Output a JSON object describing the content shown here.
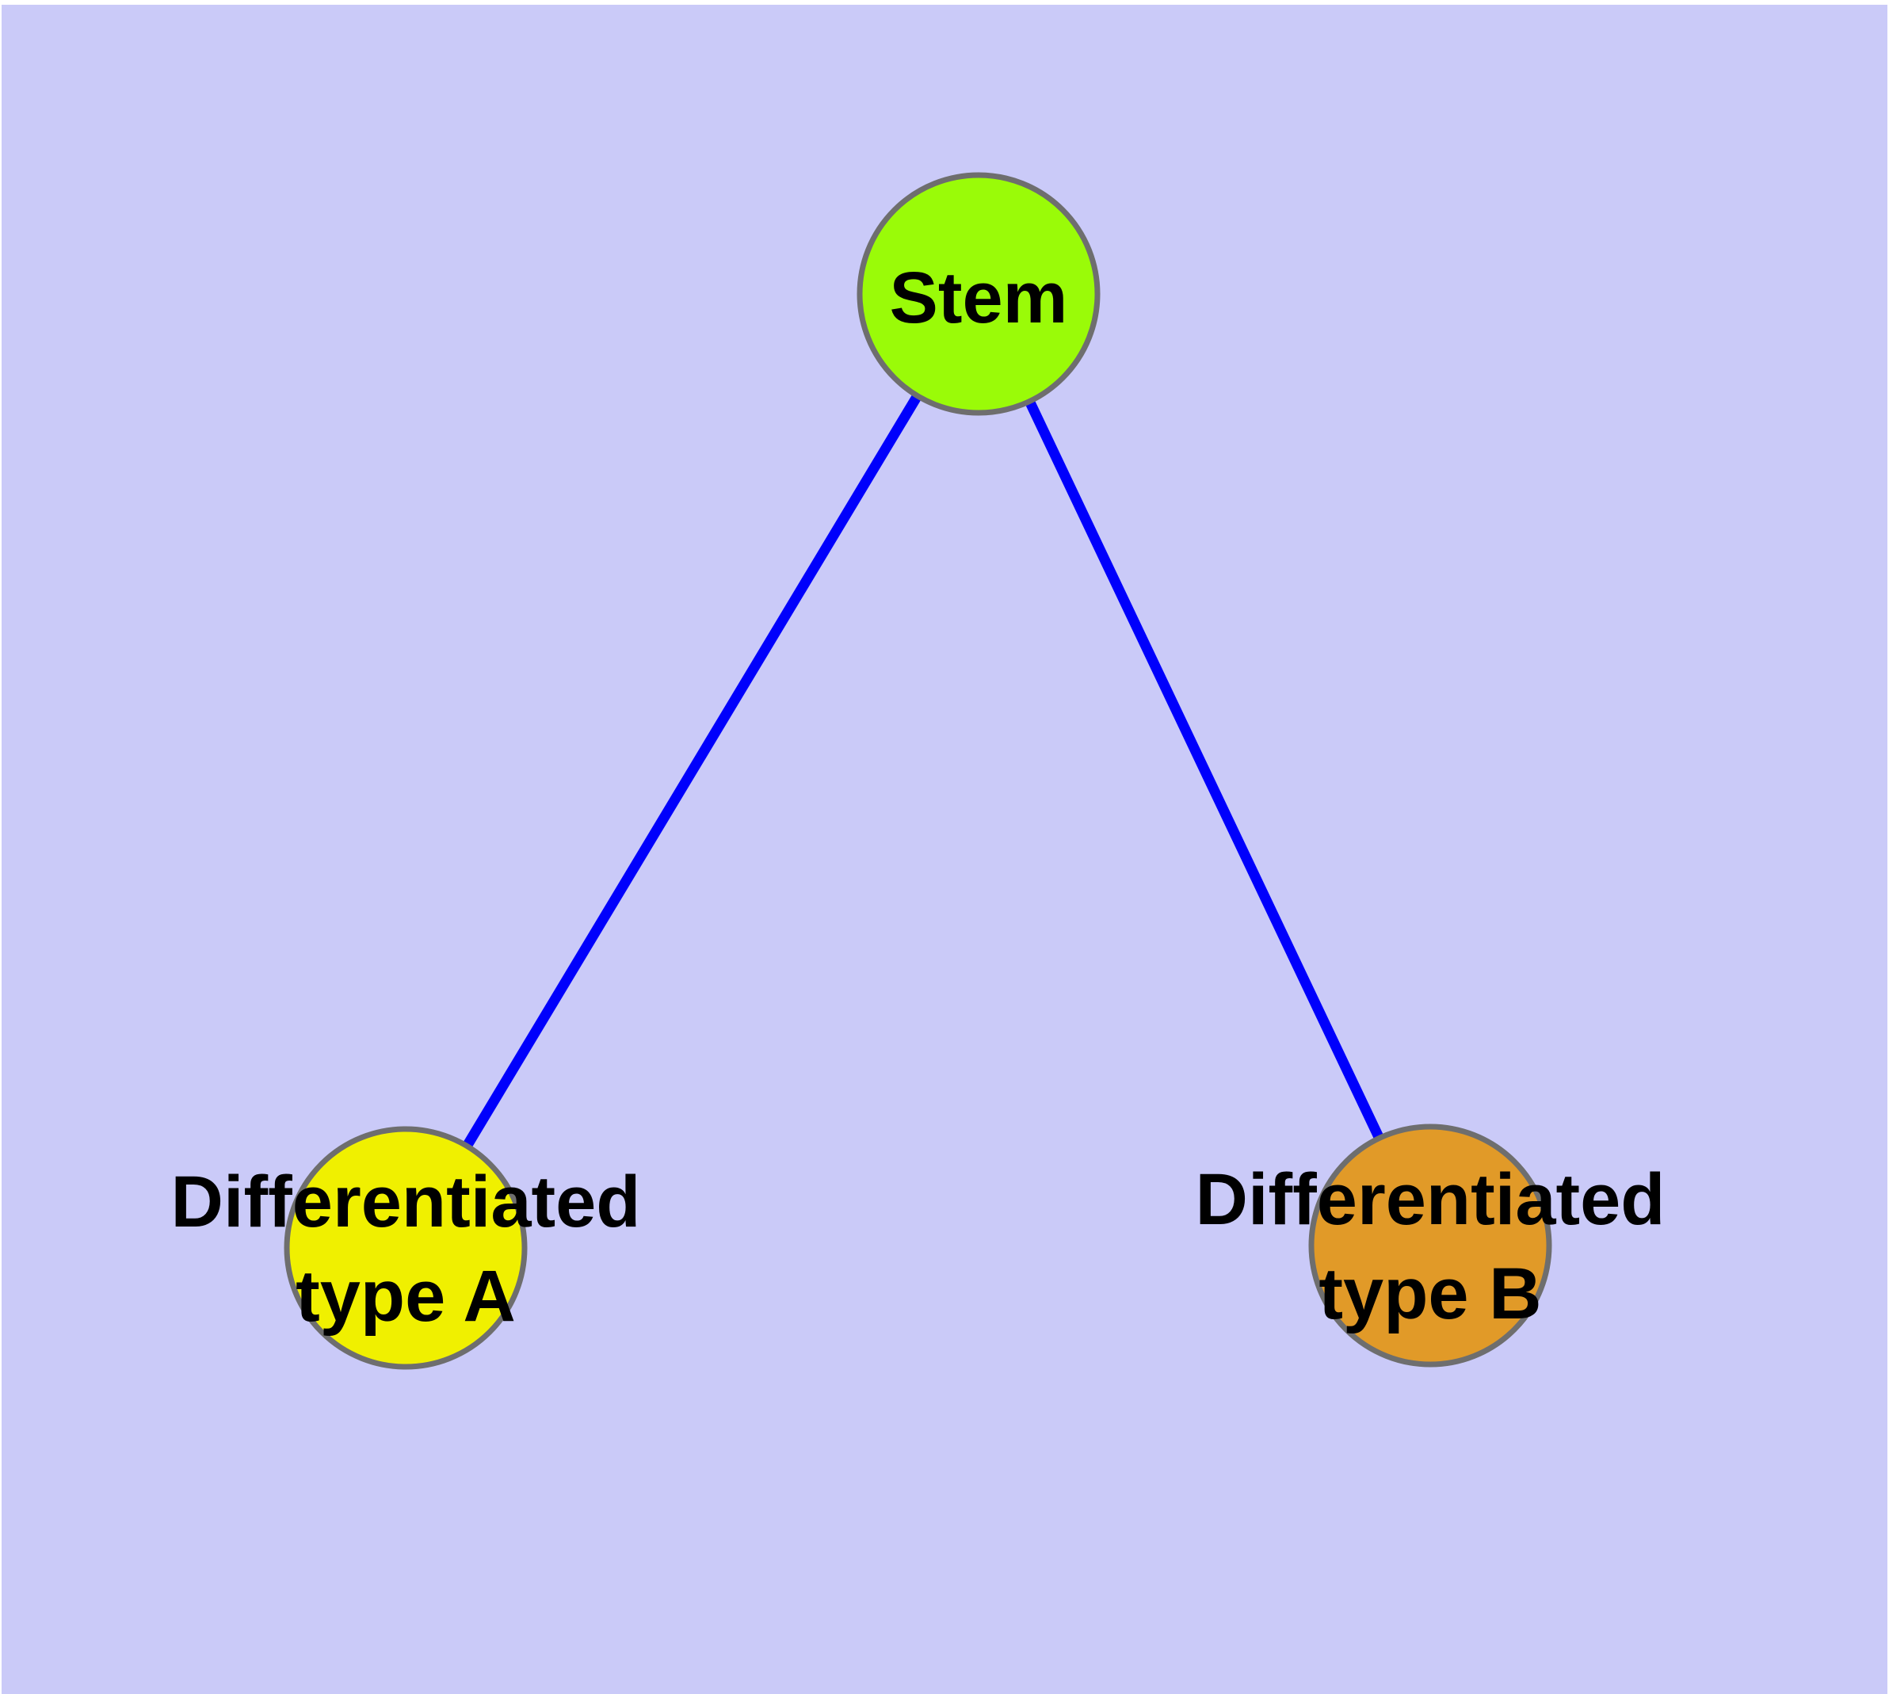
{
  "figure": {
    "title": "Stem cell differentiation diagram",
    "background_color": "#CACAF8",
    "margin_color": "#FFFFFF",
    "edge_color": "#0000FC",
    "node_border_color": "#6E6E6E",
    "label_color": "#000000",
    "nodes": [
      {
        "id": "stem",
        "label": "Stem",
        "fill": "#9AFB08"
      },
      {
        "id": "differentiated-type-a",
        "lines": [
          "Differentiated",
          "type A"
        ],
        "fill": "#F0F000"
      },
      {
        "id": "differentiated-type-b",
        "lines": [
          "Differentiated",
          "type B"
        ],
        "fill": "#E19A28"
      }
    ],
    "edges": [
      {
        "from": "stem",
        "to": "differentiated-type-a"
      },
      {
        "from": "stem",
        "to": "differentiated-type-b"
      }
    ]
  }
}
